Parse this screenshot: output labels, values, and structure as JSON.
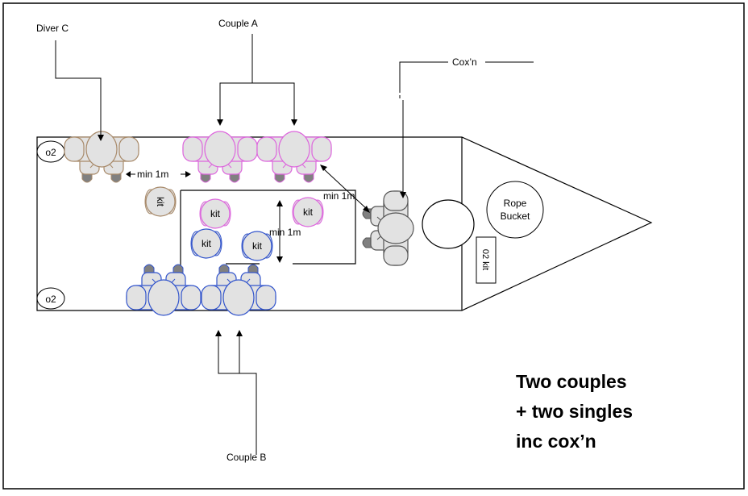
{
  "labels": {
    "diver_c": "Diver C",
    "couple_a": "Couple A",
    "couple_b": "Couple B",
    "coxn": "Cox’n",
    "o2_top": "o2",
    "o2_bottom": "o2",
    "rope_bucket_line1": "Rope",
    "rope_bucket_line2": "Bucket",
    "o2_kit": "02 kit",
    "kit": "kit",
    "min_1m": "min 1m"
  },
  "caption": {
    "line1": "Two couples",
    "line2": "+ two singles",
    "line3": "inc cox’n"
  },
  "colors": {
    "diver_c_outline": "#a88a6a",
    "couple_a_outline": "#dd66dd",
    "couple_b_outline": "#3355cc",
    "coxn_outline": "#555555",
    "diver_fill": "#e2e2e2",
    "fin_fill": "#808080"
  }
}
